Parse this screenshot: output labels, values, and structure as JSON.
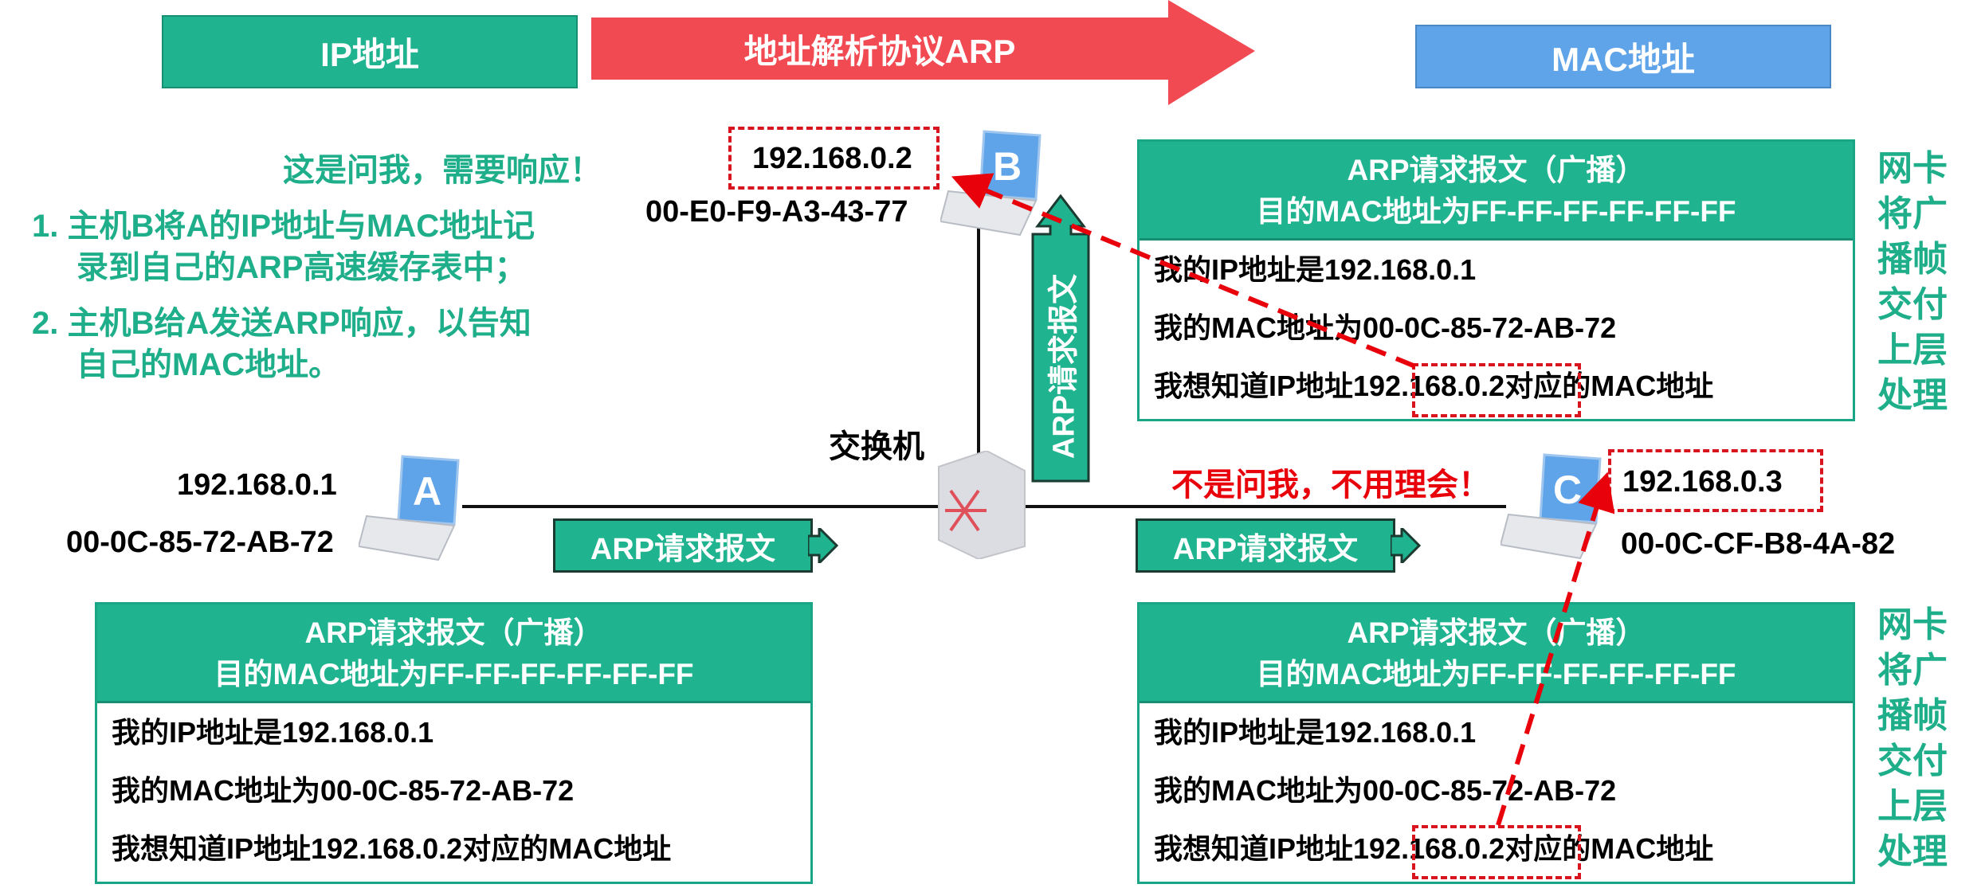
{
  "header": {
    "ip_label": "IP地址",
    "arp_label": "地址解析协议ARP",
    "mac_label": "MAC地址"
  },
  "colors": {
    "teal": "#1fb38f",
    "red": "#f24a52",
    "blue": "#5fa4e8",
    "alert_red": "#e8000b"
  },
  "note_b": {
    "title": "这是问我，需要响应！",
    "item1_line1": "1. 主机B将A的IP地址与MAC地址记",
    "item1_line2": "录到自己的ARP高速缓存表中；",
    "item2_line1": "2. 主机B给A发送ARP响应，以告知",
    "item2_line2": "自己的MAC地址。"
  },
  "host_a": {
    "letter": "A",
    "ip": "192.168.0.1",
    "mac": "00-0C-85-72-AB-72"
  },
  "host_b": {
    "letter": "B",
    "ip": "192.168.0.2",
    "mac": "00-E0-F9-A3-43-77"
  },
  "host_c": {
    "letter": "C",
    "ip": "192.168.0.3",
    "mac": "00-0C-CF-B8-4A-82"
  },
  "switch_label": "交换机",
  "arrows": {
    "left": "ARP请求报文",
    "right": "ARP请求报文",
    "up": "ARP请求报文"
  },
  "note_c": "不是问我，不用理会！",
  "packet": {
    "title": "ARP请求报文（广播）",
    "dest": "目的MAC地址为FF-FF-FF-FF-FF-FF",
    "line1": "我的IP地址是192.168.0.1",
    "line2": "我的MAC地址为00-0C-85-72-AB-72",
    "line3_pre": "我想知道IP地址",
    "line3_ip": "192.168.0.2",
    "line3_post": "对应的MAC地址"
  },
  "nic_note": "网卡将广播帧交付上层处理"
}
